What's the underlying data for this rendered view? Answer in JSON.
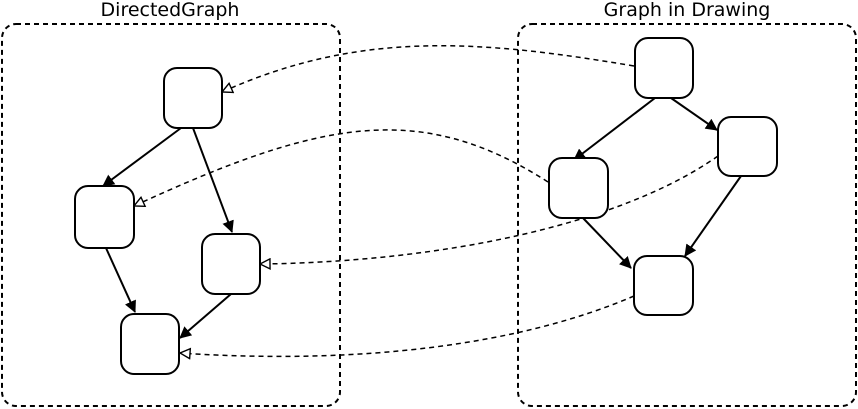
{
  "left_panel": {
    "title": "DirectedGraph",
    "nodes": [
      "top",
      "left",
      "right",
      "bottom"
    ]
  },
  "right_panel": {
    "title": "Graph in Drawing",
    "nodes": [
      "top",
      "right",
      "left",
      "bottom"
    ]
  },
  "edges": {
    "left_panel": [
      [
        "top",
        "left"
      ],
      [
        "top",
        "right"
      ],
      [
        "left",
        "bottom"
      ],
      [
        "right",
        "bottom"
      ]
    ],
    "right_panel": [
      [
        "top",
        "left"
      ],
      [
        "top",
        "right"
      ],
      [
        "left",
        "bottom"
      ],
      [
        "right",
        "bottom"
      ]
    ]
  },
  "mappings": [
    [
      "right_panel.top",
      "left_panel.top"
    ],
    [
      "right_panel.left",
      "left_panel.left"
    ],
    [
      "right_panel.right",
      "left_panel.right"
    ],
    [
      "right_panel.bottom",
      "left_panel.bottom"
    ]
  ]
}
